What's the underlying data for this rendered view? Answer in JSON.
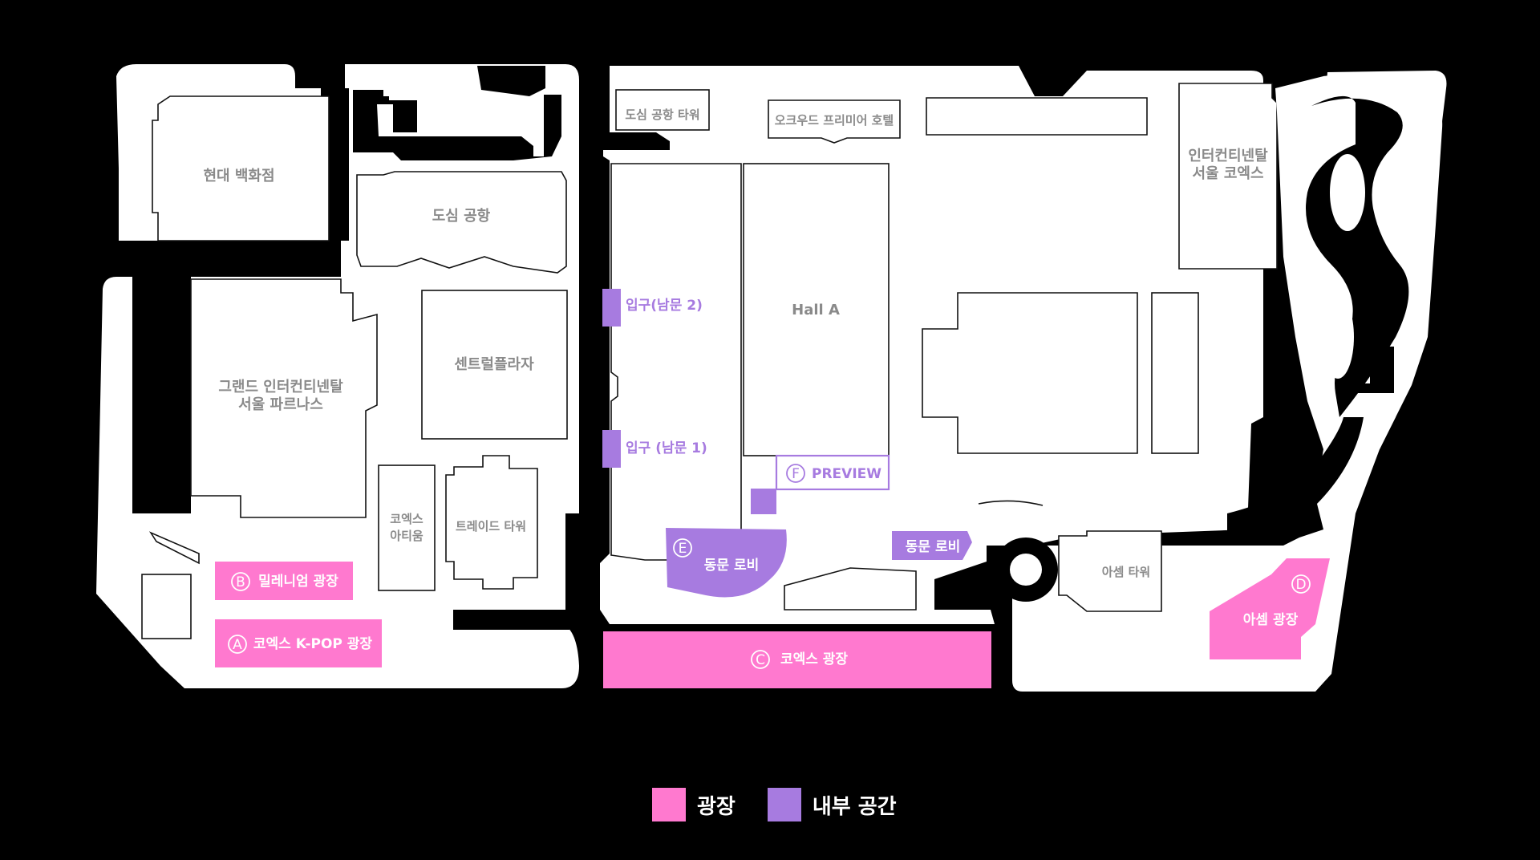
{
  "buildings": {
    "hyundai": "현대 백화점",
    "grand_ic_1": "그랜드 인터컨티넨탈",
    "grand_ic_2": "서울 파르나스",
    "city_airport": "도심 공항",
    "city_airport_tower": "도심 공항 타워",
    "central_plaza": "센트럴플라자",
    "coex_atrium_1": "코엑스",
    "coex_atrium_2": "아티움",
    "trade_tower": "트레이드 타워",
    "oakwood": "오크우드 프리미어 호텔",
    "hall_a": "Hall A",
    "ic_coex_1": "인터컨티넨탈",
    "ic_coex_2": "서울 코엑스",
    "asem_tower": "아셈 타워"
  },
  "zones": {
    "A": {
      "letter": "A",
      "label": "코엑스 K-POP 광장"
    },
    "B": {
      "letter": "B",
      "label": "밀레니엄 광장"
    },
    "C": {
      "letter": "C",
      "label": "코엑스 광장"
    },
    "D": {
      "letter": "D",
      "label": "아셈 광장"
    },
    "E": {
      "letter": "E",
      "label": "동문 로비"
    },
    "F": {
      "letter": "F",
      "label": "PREVIEW"
    }
  },
  "interior": {
    "east_lobby_2": "동문 로비",
    "south_entrance_2": "입구(남문 2)",
    "south_entrance_1": "입구 (남문 1)"
  },
  "legend": {
    "plaza": "광장",
    "indoor": "내부 공간"
  },
  "colors": {
    "plaza": "#ff79cf",
    "indoor": "#a77be0",
    "building": "#ffffff",
    "background": "#000000"
  }
}
